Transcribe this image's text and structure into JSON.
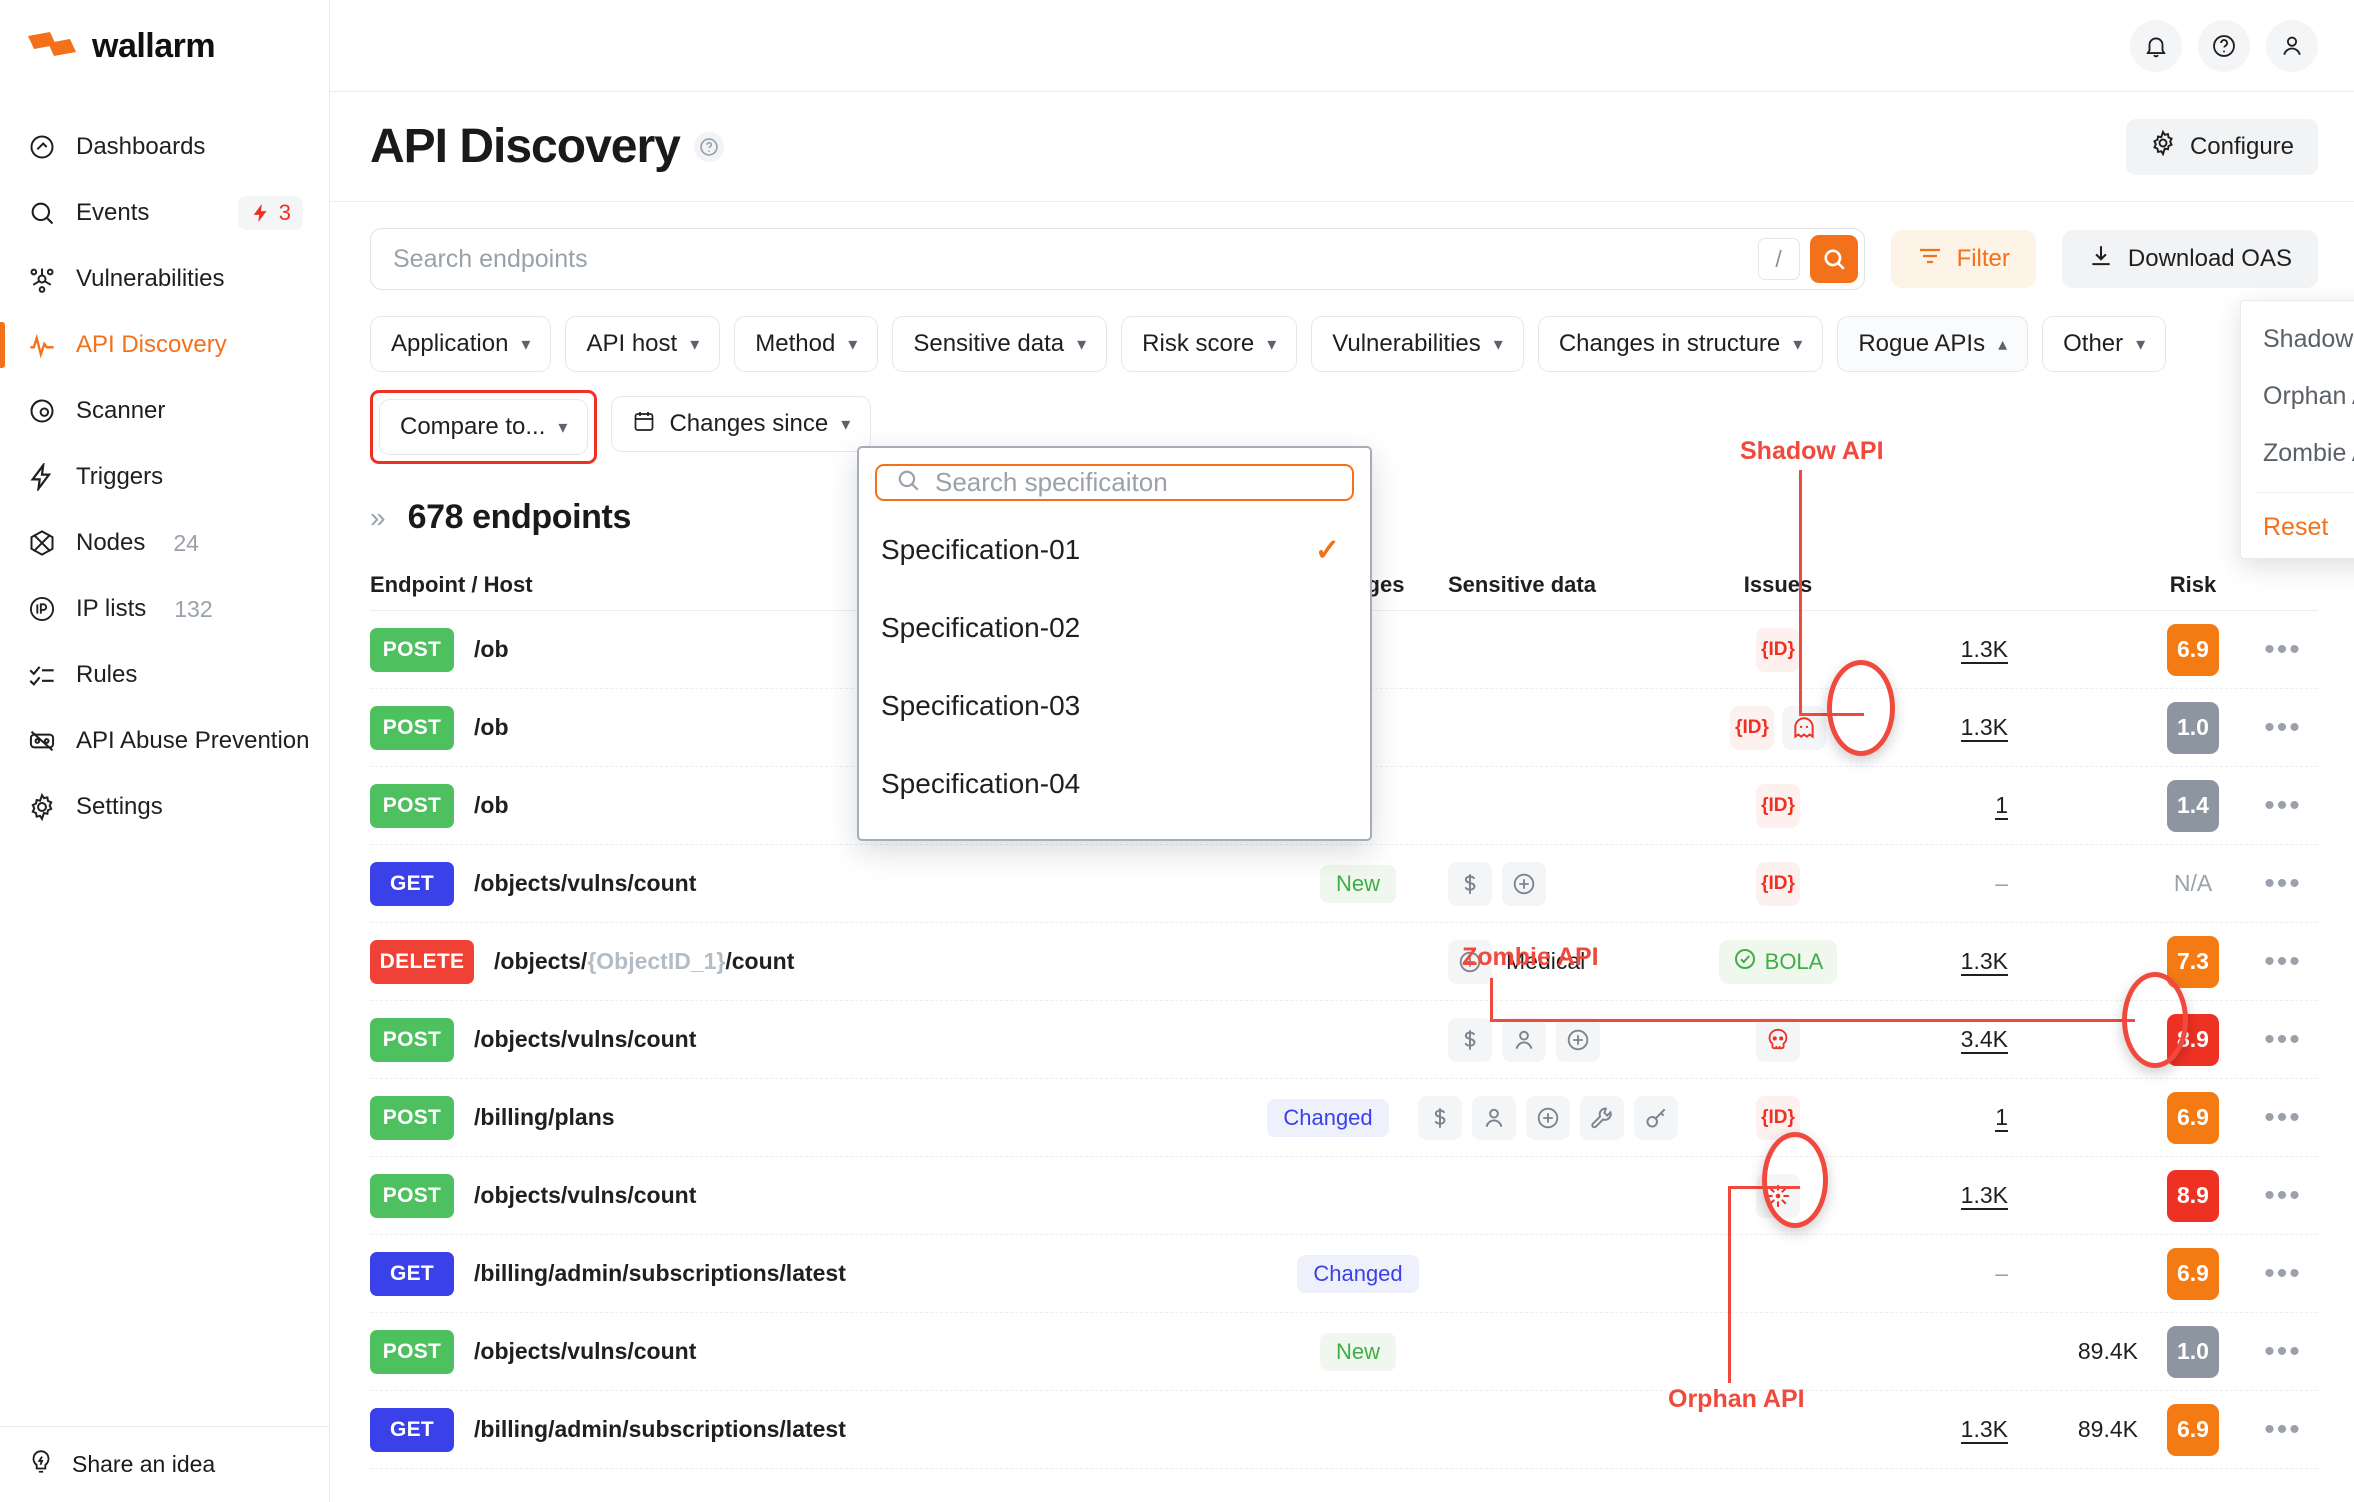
{
  "brand": {
    "name": "wallarm",
    "accent": "#f3711a"
  },
  "sidebar": {
    "items": [
      {
        "label": "Dashboards",
        "icon": "dashboards-icon",
        "count": ""
      },
      {
        "label": "Events",
        "icon": "events-icon",
        "count": "",
        "badge": "3"
      },
      {
        "label": "Vulnerabilities",
        "icon": "vulnerabilities-icon",
        "count": ""
      },
      {
        "label": "API Discovery",
        "icon": "api-discovery-icon",
        "count": "",
        "active": true
      },
      {
        "label": "Scanner",
        "icon": "scanner-icon",
        "count": ""
      },
      {
        "label": "Triggers",
        "icon": "triggers-icon",
        "count": ""
      },
      {
        "label": "Nodes",
        "icon": "nodes-icon",
        "count": "24"
      },
      {
        "label": "IP lists",
        "icon": "ip-lists-icon",
        "count": "132"
      },
      {
        "label": "Rules",
        "icon": "rules-icon",
        "count": ""
      },
      {
        "label": "API Abuse Prevention",
        "icon": "api-abuse-icon",
        "count": ""
      },
      {
        "label": "Settings",
        "icon": "settings-icon",
        "count": ""
      }
    ],
    "footer": {
      "label": "Share an idea",
      "icon": "lightbulb-icon"
    }
  },
  "topbar": {
    "icons": [
      "bell-icon",
      "help-circle-icon",
      "user-icon"
    ]
  },
  "header": {
    "title": "API Discovery",
    "help_icon": "question-mark-icon",
    "configure_label": "Configure",
    "configure_icon": "gear-icon"
  },
  "search": {
    "placeholder": "Search endpoints",
    "value": "",
    "shortcut_key": "/",
    "submit_icon": "search-icon",
    "filter_label": "Filter",
    "filter_icon": "filter-icon",
    "download_label": "Download OAS",
    "download_icon": "download-icon"
  },
  "filters": {
    "row1": [
      {
        "label": "Application"
      },
      {
        "label": "API host"
      },
      {
        "label": "Method"
      },
      {
        "label": "Sensitive data"
      },
      {
        "label": "Risk score"
      },
      {
        "label": "Vulnerabilities"
      },
      {
        "label": "Changes in structure"
      },
      {
        "label": "Rogue APIs",
        "open": true
      },
      {
        "label": "Other"
      }
    ],
    "row2": [
      {
        "label": "Compare to...",
        "highlighted": true
      },
      {
        "label": "Changes since",
        "icon": "calendar-icon"
      }
    ]
  },
  "rogue_menu": {
    "items": [
      "Shadow APIs",
      "Orphan APIs",
      "Zombie APIs"
    ],
    "reset_label": "Reset"
  },
  "spec_popup": {
    "search_placeholder": "Search specificaiton",
    "search_value": "",
    "search_icon": "search-icon",
    "items": [
      {
        "label": "Specification-01",
        "selected": true
      },
      {
        "label": "Specification-02",
        "selected": false
      },
      {
        "label": "Specification-03",
        "selected": false
      },
      {
        "label": "Specification-04",
        "selected": false
      }
    ]
  },
  "endpoints_heading": {
    "collapse_icon": "chevron-double-right-icon",
    "title": "678 endpoints"
  },
  "table": {
    "columns": {
      "endpoint": "Endpoint / Host",
      "changes": "Changes",
      "sensitive": "Sensitive data",
      "issues": "Issues",
      "requests": "",
      "hits": "",
      "risk": "Risk"
    },
    "rows": [
      {
        "method": "POST",
        "path": "/ob",
        "path_masked": true,
        "change": "",
        "sensitive": [],
        "issues": [
          "id"
        ],
        "requests": "1.3K",
        "hits": "",
        "risk": "6.9",
        "risk_level": "med"
      },
      {
        "method": "POST",
        "path": "/ob",
        "path_masked": true,
        "change": "",
        "sensitive": [],
        "issues": [
          "id",
          "ghost"
        ],
        "requests": "1.3K",
        "hits": "",
        "risk": "1.0",
        "risk_level": "low"
      },
      {
        "method": "POST",
        "path": "/ob",
        "path_masked": true,
        "change": "",
        "sensitive": [],
        "issues": [
          "id"
        ],
        "requests": "1",
        "hits": "",
        "risk": "1.4",
        "risk_level": "low"
      },
      {
        "method": "GET",
        "path": "/objects/vulns/count",
        "path_masked": false,
        "change": "New",
        "sensitive": [
          "dollar",
          "medical"
        ],
        "issues": [
          "id"
        ],
        "requests": "–",
        "hits": "",
        "risk": "N/A",
        "risk_level": "na"
      },
      {
        "method": "DELETE",
        "path": "/objects/{ObjectID_1}/count",
        "path_masked": false,
        "change": "",
        "sensitive": [
          "medical-label"
        ],
        "issues": [
          "bola"
        ],
        "requests": "1.3K",
        "hits": "",
        "risk": "7.3",
        "risk_level": "med"
      },
      {
        "method": "POST",
        "path": "/objects/vulns/count",
        "path_masked": false,
        "change": "",
        "sensitive": [
          "dollar",
          "person",
          "medical"
        ],
        "issues": [
          "skull"
        ],
        "requests": "3.4K",
        "hits": "",
        "risk": "8.9",
        "risk_level": "high"
      },
      {
        "method": "POST",
        "path": "/billing/plans",
        "path_masked": false,
        "change": "Changed",
        "sensitive": [
          "dollar",
          "person",
          "medical",
          "wrench",
          "key"
        ],
        "issues": [
          "id"
        ],
        "requests": "1",
        "hits": "",
        "risk": "6.9",
        "risk_level": "med"
      },
      {
        "method": "POST",
        "path": "/objects/vulns/count",
        "path_masked": false,
        "change": "",
        "sensitive": [],
        "issues": [
          "orphan"
        ],
        "requests": "1.3K",
        "hits": "",
        "risk": "8.9",
        "risk_level": "high"
      },
      {
        "method": "GET",
        "path": "/billing/admin/subscriptions/latest",
        "path_masked": false,
        "change": "Changed",
        "sensitive": [],
        "issues": [],
        "requests": "–",
        "hits": "",
        "risk": "6.9",
        "risk_level": "med"
      },
      {
        "method": "POST",
        "path": "/objects/vulns/count",
        "path_masked": false,
        "change": "New",
        "sensitive": [],
        "issues": [],
        "requests": "",
        "hits": "89.4K",
        "risk": "1.0",
        "risk_level": "low"
      },
      {
        "method": "GET",
        "path": "/billing/admin/subscriptions/latest",
        "path_masked": false,
        "change": "",
        "sensitive": [],
        "issues": [],
        "requests": "1.3K",
        "hits": "89.4K",
        "risk": "6.9",
        "risk_level": "med"
      }
    ],
    "sensitive_cell_labels": {
      "medical-label": "Medical"
    },
    "issue_labels": {
      "bola": "BOLA"
    },
    "more_icon": "ellipsis-icon"
  },
  "annotations": [
    {
      "label": "Shadow API",
      "color": "#ef4a3d"
    },
    {
      "label": "Zombie API",
      "color": "#ef4a3d"
    },
    {
      "label": "Orphan API",
      "color": "#ef4a3d"
    }
  ]
}
